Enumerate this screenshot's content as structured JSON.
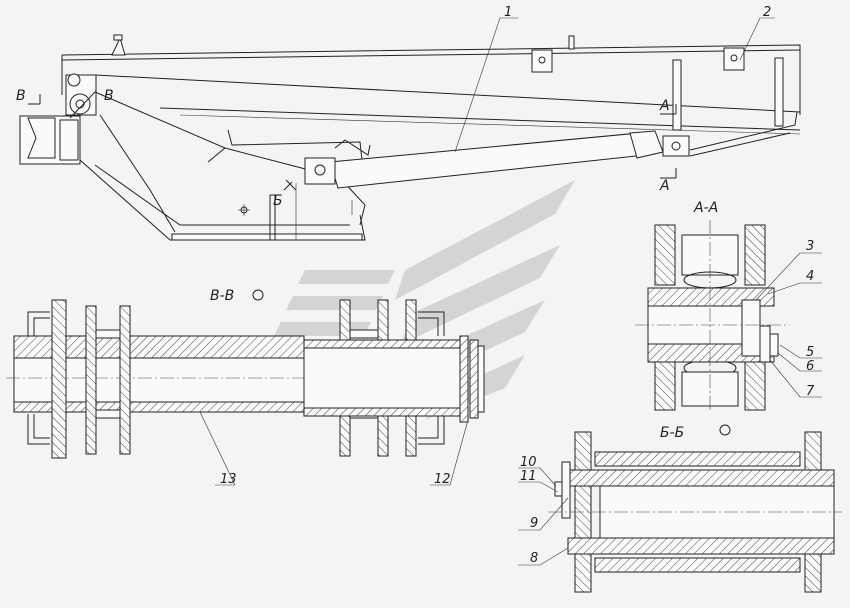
{
  "sections": {
    "aa": "А-А",
    "bb": "Б-Б",
    "vv": "В-В"
  },
  "section_marks": {
    "a_top": "А",
    "a_bottom": "А",
    "b": "Б",
    "v_left": "В",
    "v_right": "В"
  },
  "callouts": {
    "c1": "1",
    "c2": "2",
    "c3": "3",
    "c4": "4",
    "c5": "5",
    "c6": "6",
    "c7": "7",
    "c8": "8",
    "c9": "9",
    "c10": "10",
    "c11": "11",
    "c12": "12",
    "c13": "13"
  },
  "colors": {
    "line": "#222222",
    "hatch": "#444444",
    "paper": "#f4f4f4",
    "watermark": "#c9c9c9"
  }
}
